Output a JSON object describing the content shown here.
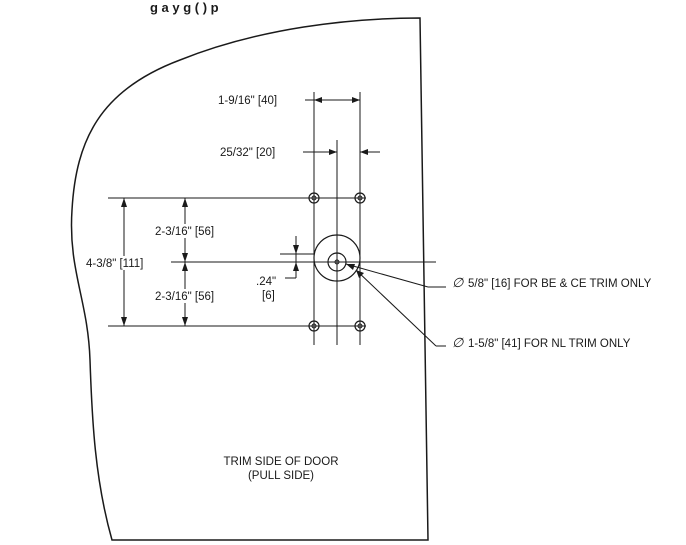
{
  "figure": {
    "caption_fragment": "g           a                   y      g        (  )          p"
  },
  "dimensions": {
    "hole_spacing_horizontal": "1-9/16\" [40]",
    "center_offset": "25/32\" [20]",
    "overall_vertical": "4-3/8\" [111]",
    "upper_vertical": "2-3/16\" [56]",
    "lower_vertical": "2-3/16\" [56]",
    "small_offset_line1": ".24\"",
    "small_offset_line2": "[6]"
  },
  "callouts": {
    "small_hole": "5/8\" [16] FOR BE & CE TRIM ONLY",
    "large_hole": "1-5/8\" [41] FOR NL TRIM ONLY",
    "diameter_symbol": "∅"
  },
  "door": {
    "label_line1": "TRIM SIDE OF DOOR",
    "label_line2": "(PULL SIDE)"
  }
}
